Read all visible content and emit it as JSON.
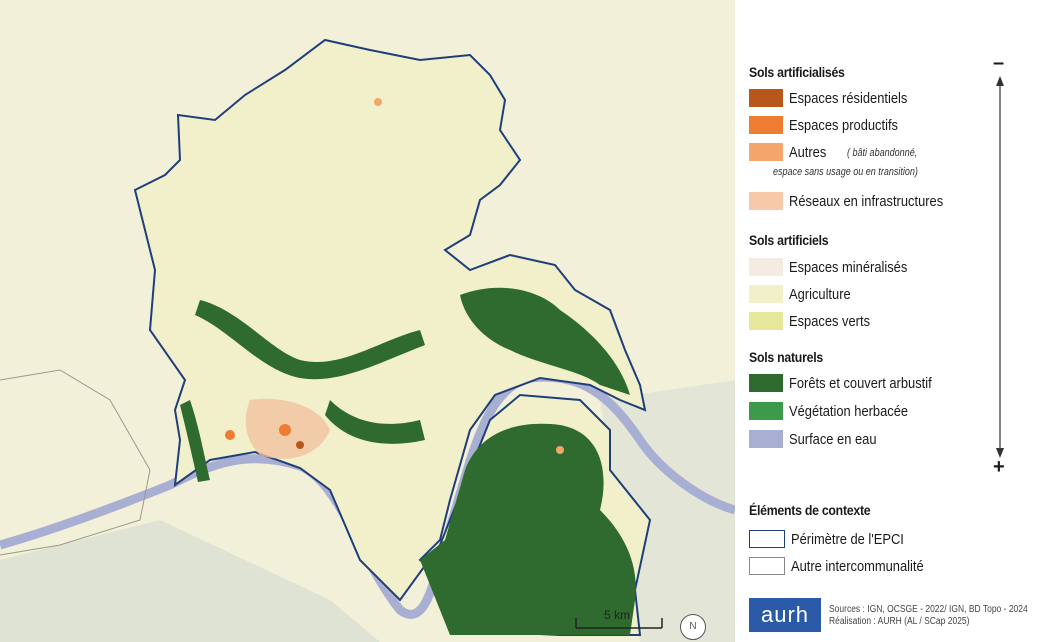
{
  "legend": {
    "section1_title": "Sols artificialisés",
    "section1_items": [
      {
        "label": "Espaces résidentiels",
        "color": "#b8571c"
      },
      {
        "label": "Espaces productifs",
        "color": "#ee7d33"
      },
      {
        "label": "Autres",
        "color": "#f3a56a"
      },
      {
        "label": "Réseaux en infrastructures",
        "color": "#f8c9a8"
      }
    ],
    "autres_note_line1": "( bâti abandonné,",
    "autres_note_line2": "espace sans usage ou en transition)",
    "section2_title": "Sols artificiels",
    "section2_items": [
      {
        "label": "Espaces minéralisés",
        "color": "#f4ebe2"
      },
      {
        "label": "Agriculture",
        "color": "#f2f0c9"
      },
      {
        "label": "Espaces verts",
        "color": "#e6e79b"
      }
    ],
    "section3_title": "Sols naturels",
    "section3_items": [
      {
        "label": "Forêts et couvert arbustif",
        "color": "#2f6b2f"
      },
      {
        "label": "Végétation herbacée",
        "color": "#3e9a4b"
      },
      {
        "label": "Surface en eau",
        "color": "#a9aed3"
      }
    ],
    "scale_minus": "–",
    "scale_plus": "+",
    "context_title": "Éléments de contexte",
    "context_items": [
      {
        "label": "Périmètre de l'EPCI",
        "color": "#1f3f7a"
      },
      {
        "label": "Autre intercommunalité",
        "color": "#888888"
      }
    ]
  },
  "footer": {
    "logo_text": "aurh",
    "sources_line1": "Sources : IGN, OCSGE - 2022/ IGN, BD Topo - 2024",
    "sources_line2": "Réalisation : AURH (AL / SCap 2025)"
  },
  "map": {
    "scale_label": "5 km",
    "north_symbol": "N"
  }
}
